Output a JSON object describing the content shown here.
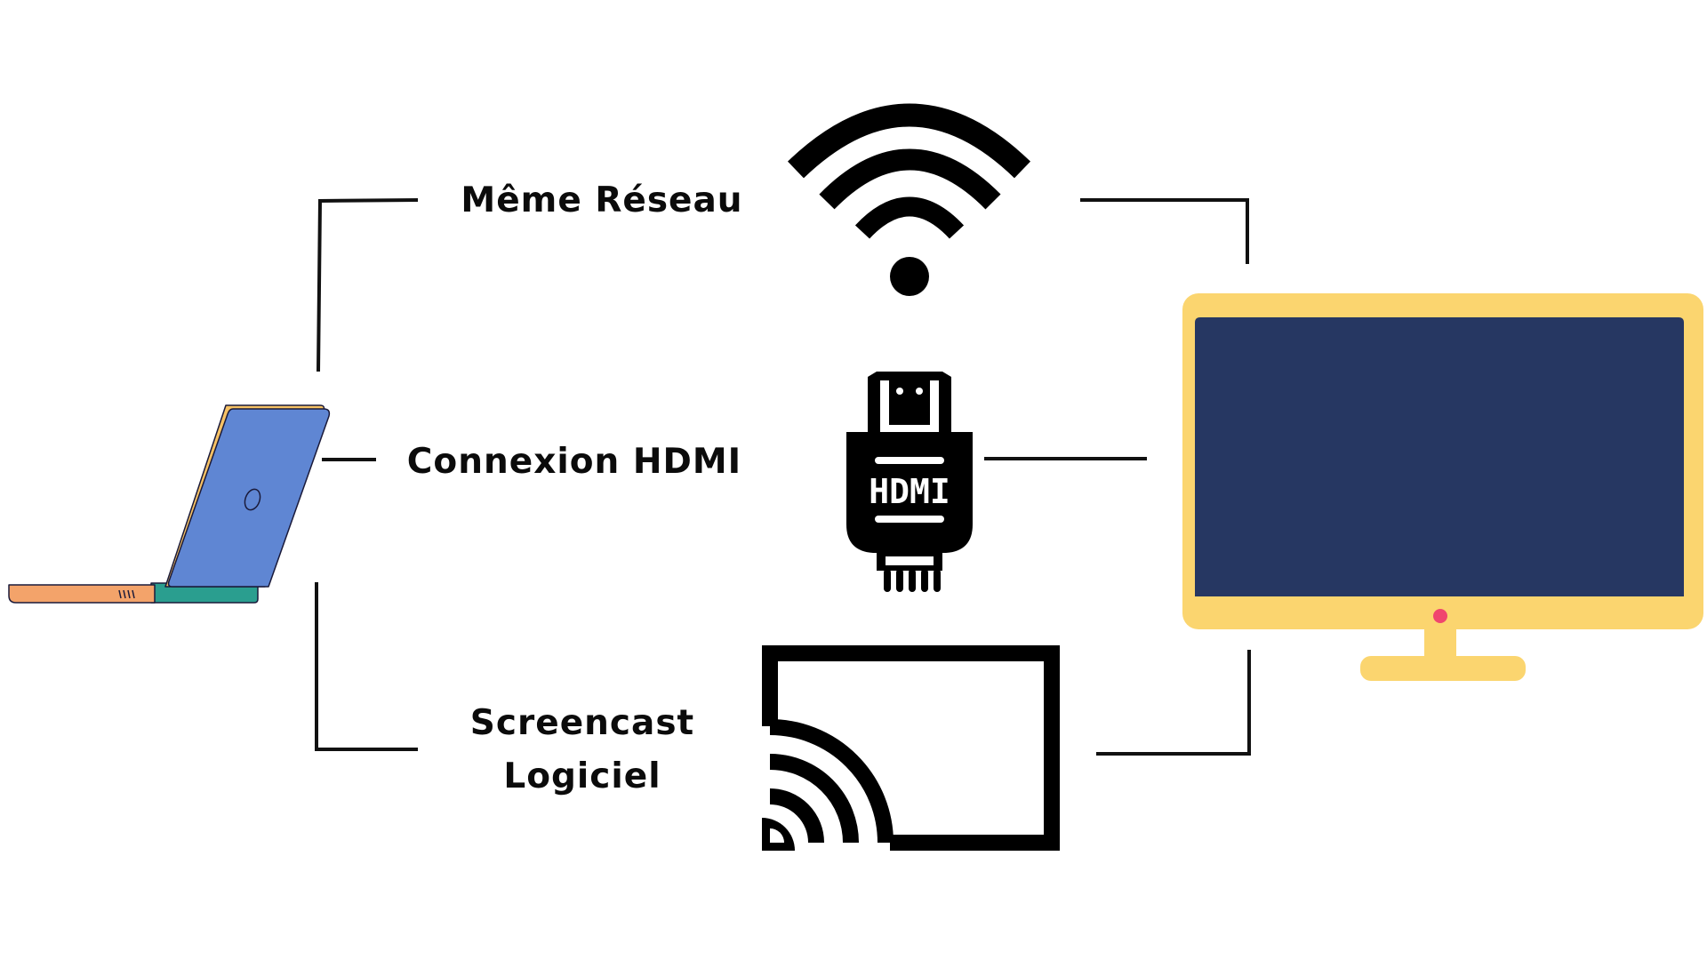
{
  "labels": {
    "same_network": "Même Réseau",
    "hdmi_connection": "Connexion HDMI",
    "screencast_line1": "Screencast",
    "screencast_line2": "Logiciel",
    "hdmi_plug_text": "HDMI"
  },
  "icons": {
    "laptop": "laptop-icon",
    "wifi": "wifi-icon",
    "hdmi": "hdmi-plug-icon",
    "cast": "cast-icon",
    "monitor": "monitor-icon"
  },
  "colors": {
    "line": "#111111",
    "icon": "#000000",
    "laptop_screen": "#5f86d3",
    "laptop_screen_back": "#f6c265",
    "laptop_base": "#f3a36a",
    "laptop_base_back": "#2a9e8f",
    "monitor_frame": "#fbd56f",
    "monitor_screen": "#263762",
    "monitor_led": "#f0466e"
  }
}
